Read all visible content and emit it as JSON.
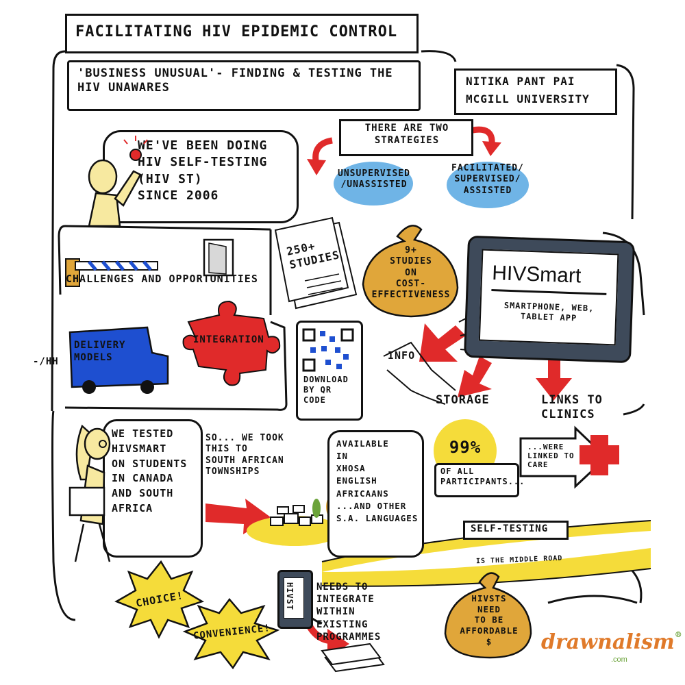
{
  "title": "FACILITATING HIV EPIDEMIC CONTROL",
  "subtitle": "'BUSINESS UNUSUAL'- FINDING & TESTING THE\nHIV UNAWARES",
  "presenter": {
    "name": "NITIKA PANT PAI",
    "affiliation": "MCGILL UNIVERSITY"
  },
  "self_testing_intro": "WE'VE BEEN DOING\nHIV SELF-TESTING\n(HIV ST)\nSINCE 2006",
  "strategies": {
    "heading": "THERE ARE TWO\nSTRATEGIES",
    "left": "UNSUPERVISED\n/UNASSISTED",
    "right": "FACILITATED/\nSUPERVISED/\nASSISTED"
  },
  "challenges": {
    "label": "CHALLENGES AND OPPORTUNITIES",
    "delivery": "DELIVERY\nMODELS",
    "integration": "INTEGRATION"
  },
  "studies": "250+\nSTUDIES",
  "cost_bag": "9+\nSTUDIES\nON\nCOST-\nEFFECTIVENESS",
  "qr_caption": "DOWNLOAD\nBY QR\nCODE",
  "app": {
    "name": "HIVSmart",
    "platforms": "SMARTPHONE, WEB,\nTABLET APP",
    "outputs": {
      "info": "INFO",
      "storage": "STORAGE",
      "links": "LINKS TO\nCLINICS"
    }
  },
  "tested": "WE TESTED\nHIVSmart\nON STUDENTS\nIN CANADA\nAND SOUTH\nAFRICA",
  "townships": "SO... WE TOOK\nTHIS TO\nSOUTH AFRICAN\nTOWNSHIPS",
  "languages": "AVAILABLE\nIN\nXHOSA\nENGLISH\nAFRICAANS\n...AND OTHER\nS.A. LANGUAGES",
  "linkage": {
    "percent": "99%",
    "participants": "OF ALL\nPARTICIPANTS...",
    "linked": "...WERE\nLINKED TO\nCARE"
  },
  "road": {
    "sign": "SELF-TESTING",
    "caption": "IS THE MIDDLE ROAD"
  },
  "choice": "CHOICE!",
  "convenience": "CONVENIENCE!",
  "device_label": "HIVST",
  "integrate": "NEEDS TO\nINTEGRATE\nWITHIN\nEXISTING\nPROGRAMMES",
  "affordable_bag": "HIVSTs\nNEED\nTO BE\nAFFORDABLE\n$",
  "tally": "-/HH",
  "brand": {
    "name": "drawnalism",
    "domain": ".com",
    "reg": "®"
  },
  "colors": {
    "yellow": "#F5DC3A",
    "gold": "#E0A63A",
    "blue": "#1E4FD0",
    "light_blue": "#6FB4E6",
    "red": "#E02A2A",
    "skin": "#F7E9A0",
    "tablet": "#3E4A5A",
    "brand_green": "#6BA33A",
    "brand_orange": "#E07A2A"
  }
}
